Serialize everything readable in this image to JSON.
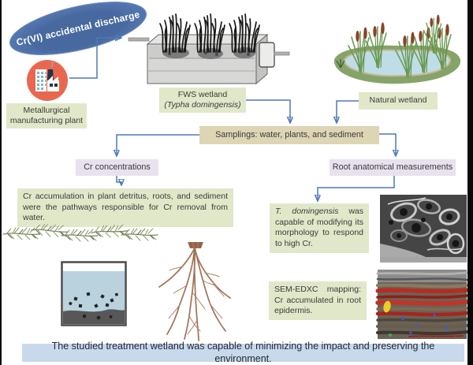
{
  "ellipse": {
    "label": "Cr(VI) accidental discharge"
  },
  "nodes": {
    "metallurgical_plant": "Metallurgical manufacturing plant",
    "fws_wetland_line1": "FWS wetland",
    "fws_wetland_line2": "(Typha domingensis)",
    "natural_wetland": "Natural wetland",
    "samplings": "Samplings: water, plants, and sediment",
    "cr_concentrations": "Cr concentrations",
    "root_measurements": "Root anatomical measurements"
  },
  "findings": {
    "cr_pathways": "Cr accumulation in plant detritus, roots, and sediment were the pathways responsible for Cr removal from water.",
    "morphology_italic": "T. domingensis",
    "morphology_rest": " was capable of modifying its morphology to respond to high Cr.",
    "sem_mapping": "SEM-EDXC mapping: Cr accumulated in root epidermis."
  },
  "banner": {
    "text": "The studied treatment wetland was capable of minimizing the impact and preserving the environment."
  },
  "icons": {
    "factory": "factory-icon",
    "fws_mesocosm": "fws-wetland-mesocosm-illustration",
    "natural_wetland": "natural-wetland-pond-illustration",
    "detritus": "plant-detritus-illustration",
    "beaker": "sediment-beaker-illustration",
    "roots": "root-system-illustration",
    "sem1": "sem-root-micrograph-image",
    "sem2": "sem-edx-mapping-image"
  },
  "colors": {
    "accent_blue": "#4d79b8",
    "ellipse_blue": "#5a7cb8",
    "box_green_bg": "#e0e8c9",
    "box_tan_bg": "#ded5b4",
    "box_lavender_bg": "#e8e1ee",
    "banner_bg": "#c9d9ec",
    "factory_circle": "#e8684f"
  }
}
